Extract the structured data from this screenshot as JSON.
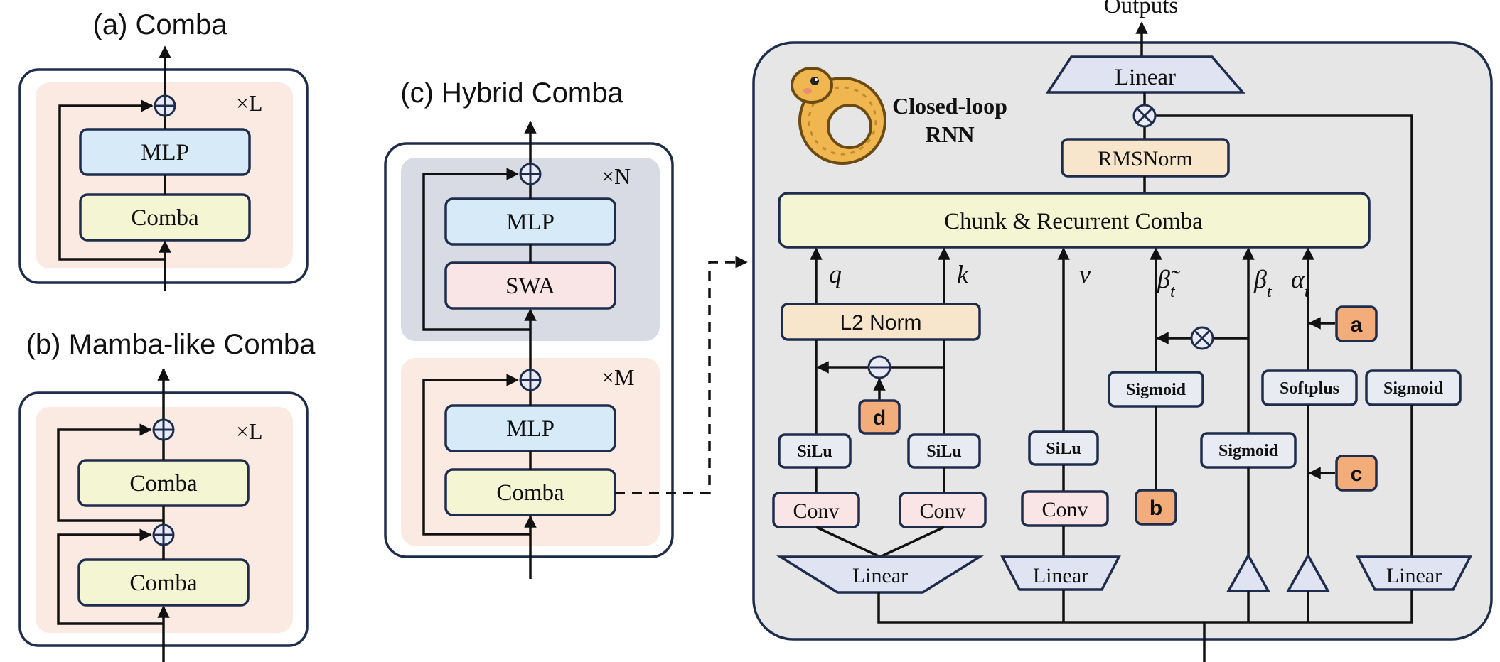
{
  "panel_a": {
    "title": "(a) Comba",
    "repeat": "×L",
    "mlp": "MLP",
    "comba": "Comba"
  },
  "panel_b": {
    "title": "(b) Mamba-like Comba",
    "repeat": "×L",
    "comba_top": "Comba",
    "comba_bottom": "Comba"
  },
  "panel_c": {
    "title": "(c) Hybrid Comba",
    "upper_repeat": "×N",
    "upper_mlp": "MLP",
    "upper_swa": "SWA",
    "lower_repeat": "×M",
    "lower_mlp": "MLP",
    "lower_comba": "Comba"
  },
  "detail": {
    "outputs": "Outputs",
    "closed_loop_line1": "Closed-loop",
    "closed_loop_line2": "RNN",
    "linear_top": "Linear",
    "rmsnorm": "RMSNorm",
    "chunk": "Chunk & Recurrent Comba",
    "l2norm": "L2 Norm",
    "var_q": "q",
    "var_k": "k",
    "var_v": "v",
    "var_beta_tilde": "β̃",
    "var_beta": "β",
    "var_alpha": "α",
    "subscript_t": "t",
    "sigmoid_beta_tilde": "Sigmoid",
    "sigmoid_beta": "Sigmoid",
    "softplus": "Softplus",
    "sigmoid_gate": "Sigmoid",
    "silu_q": "SiLu",
    "silu_k": "SiLu",
    "silu_v": "SiLu",
    "conv_q": "Conv",
    "conv_k": "Conv",
    "conv_v": "Conv",
    "linear_qk": "Linear",
    "linear_v": "Linear",
    "linear_gate": "Linear",
    "param_a": "a",
    "param_b": "b",
    "param_c": "c",
    "param_d": "d"
  },
  "colors": {
    "border": "#1f2d4d",
    "mlp_fill": "#d6eaf8",
    "comba_fill": "#f3f5d3",
    "swa_fill": "#f9e4e6",
    "peach_bg": "#faeae1",
    "slate_bg": "#d8dbe4",
    "gray_bg": "#e6e6e6",
    "norm_fill": "#f7e6cc",
    "linear_fill": "#dfe3f2",
    "param_fill": "#f2ad7b",
    "node_fill": "#e8ebf6"
  }
}
